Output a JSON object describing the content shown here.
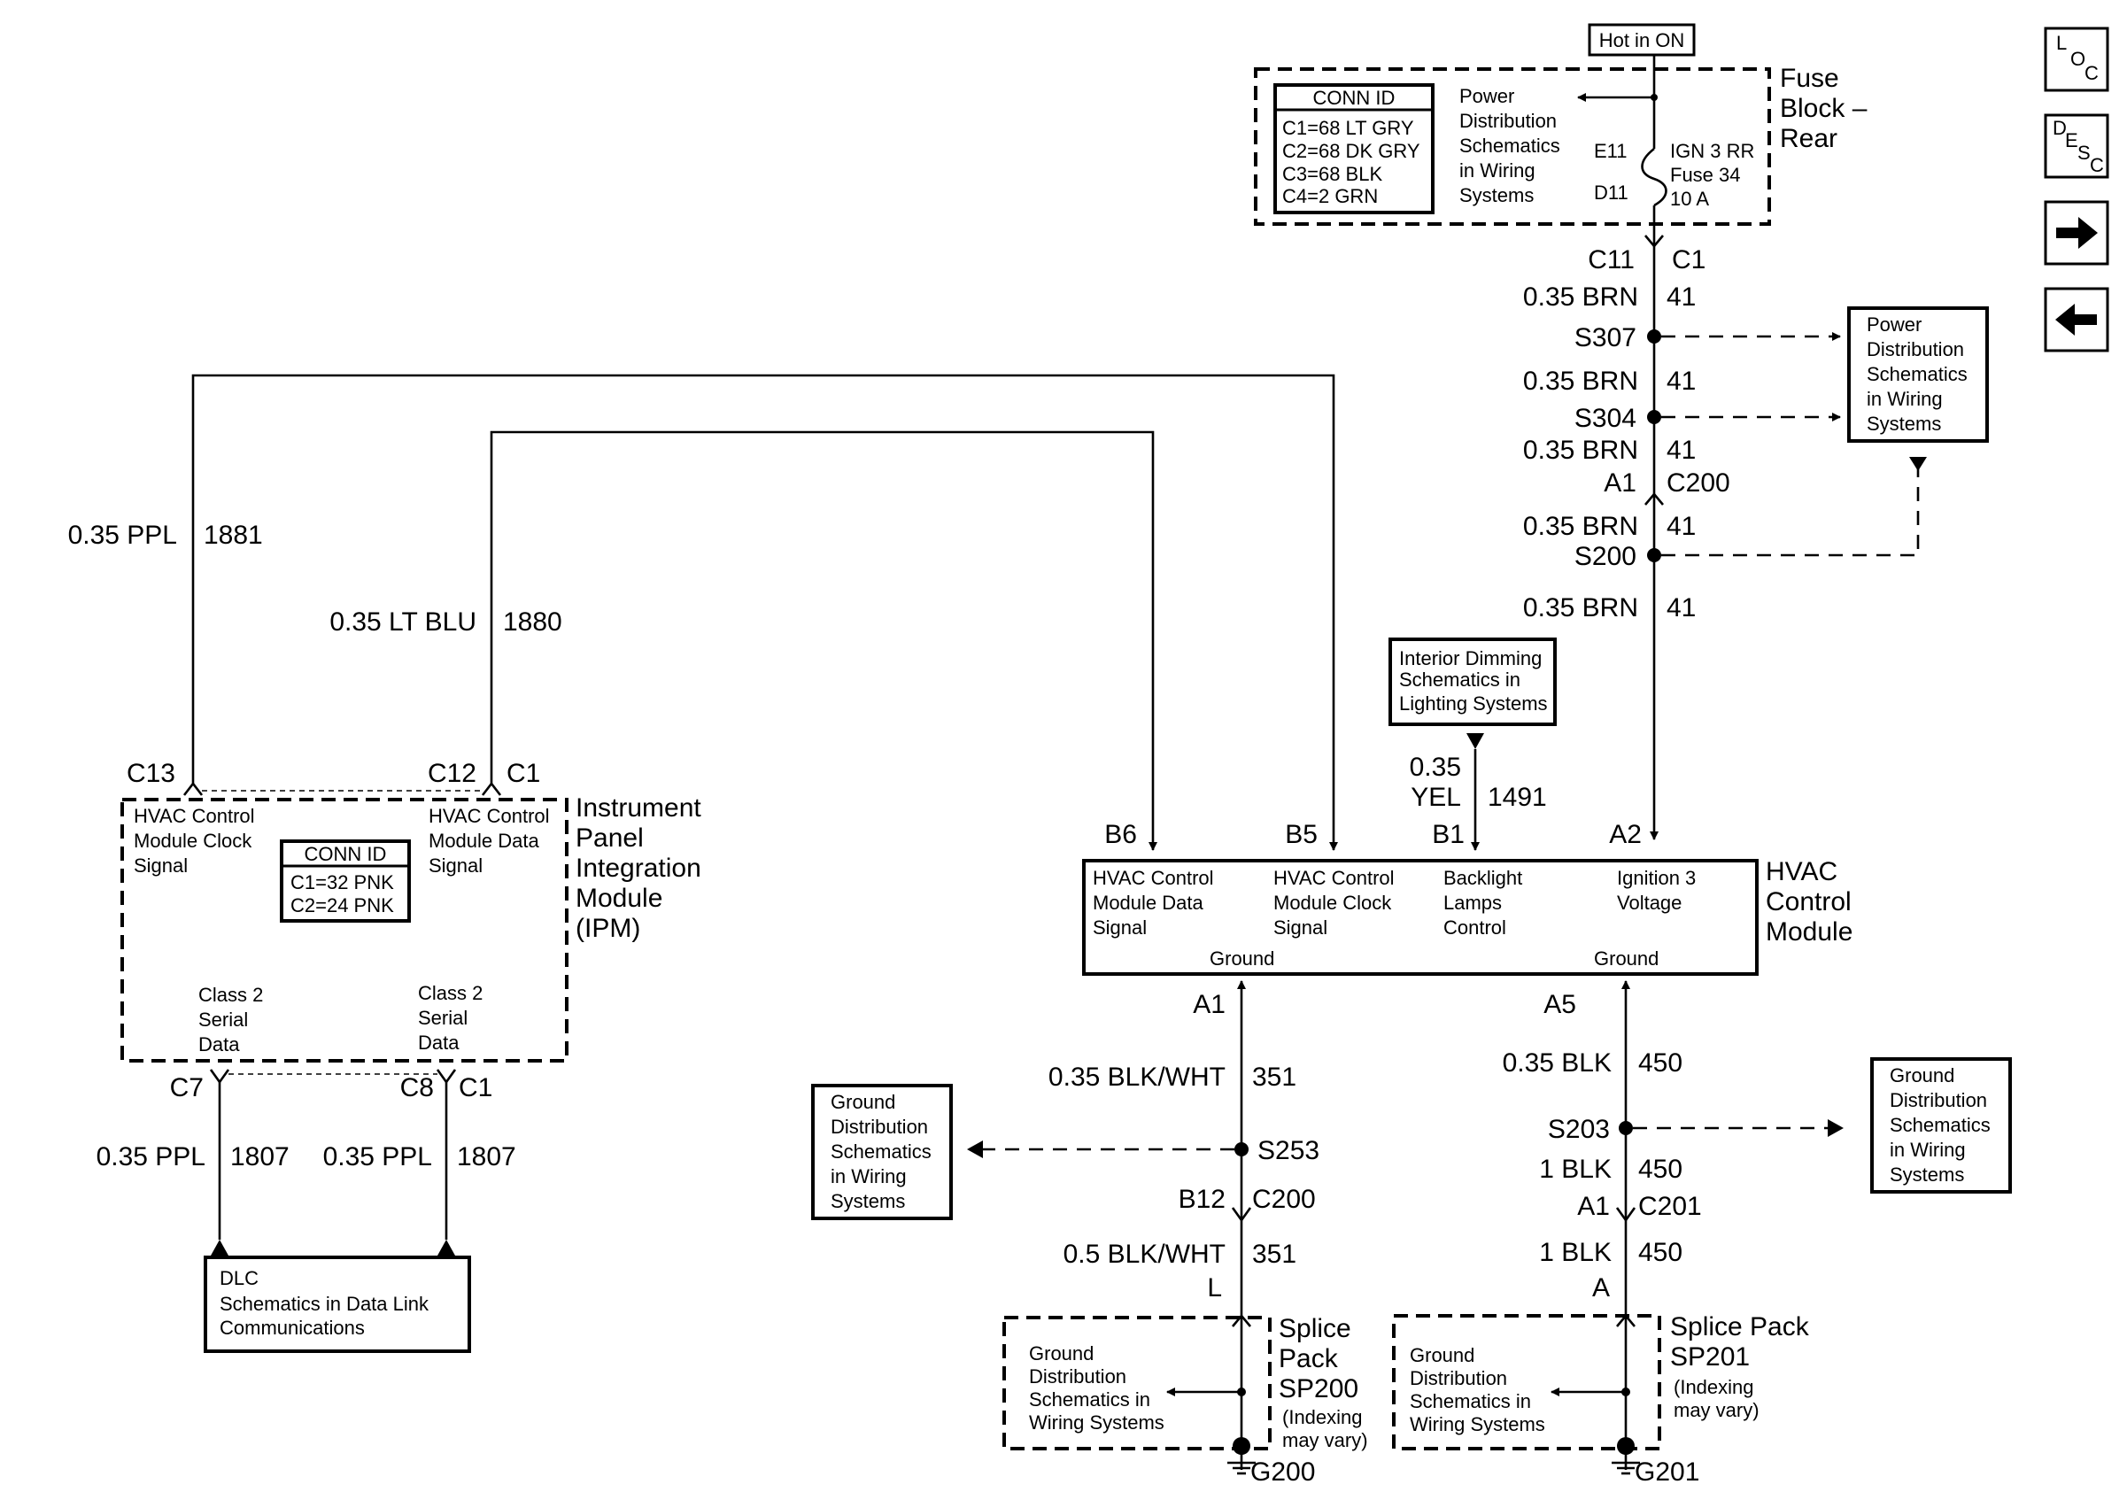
{
  "nav": {
    "loc": {
      "a": "L",
      "b": "O",
      "c": "C"
    },
    "desc": {
      "a": "D",
      "b": "E",
      "c": "S",
      "d": "C"
    }
  },
  "hot": "Hot in ON",
  "fuse": {
    "title1": "Fuse",
    "title2": "Block –",
    "title3": "Rear",
    "conn_hdr": "CONN ID",
    "conn": [
      "C1=68 LT GRY",
      "C2=68 DK GRY",
      "C3=68 BLK",
      "C4=2 GRN"
    ],
    "ref": [
      "Power",
      "Distribution",
      "Schematics",
      "in Wiring",
      "Systems"
    ],
    "e11": "E11",
    "d11": "D11",
    "fuse_lbl": [
      "IGN 3 RR",
      "Fuse 34",
      "10 A"
    ],
    "c11": "C11",
    "c1": "C1"
  },
  "brn": {
    "wire": "0.35 BRN",
    "circ": "41",
    "s307": "S307",
    "s304": "S304",
    "s200": "S200",
    "a1": "A1",
    "c200": "C200"
  },
  "pd_ref": [
    "Power",
    "Distribution",
    "Schematics",
    "in Wiring",
    "Systems"
  ],
  "dim_ref": [
    "Interior Dimming",
    "Schematics in",
    "Lighting Systems"
  ],
  "yel": {
    "wire1": "0.35",
    "wire2": "YEL",
    "circ": "1491"
  },
  "ppl1881": {
    "wire": "0.35 PPL",
    "circ": "1881"
  },
  "blu1880": {
    "wire": "0.35 LT BLU",
    "circ": "1880"
  },
  "ipm": {
    "title": [
      "Instrument",
      "Panel",
      "Integration",
      "Module",
      "(IPM)"
    ],
    "c13": "C13",
    "c12": "C12",
    "c1": "C1",
    "c7": "C7",
    "c8": "C8",
    "c1b": "C1",
    "clock": [
      "HVAC Control",
      "Module Clock",
      "Signal"
    ],
    "data": [
      "HVAC Control",
      "Module Data",
      "Signal"
    ],
    "conn_hdr": "CONN ID",
    "conn": [
      "C1=32 PNK",
      "C2=24 PNK"
    ],
    "serial_left": [
      "Class 2",
      "Serial",
      "Data"
    ],
    "serial_right": [
      "Class 2",
      "Serial",
      "Data"
    ]
  },
  "ppl1807": {
    "wire": "0.35 PPL",
    "circ": "1807"
  },
  "dlc": [
    "DLC",
    "Schematics in Data Link",
    "Communications"
  ],
  "hvac": {
    "title": [
      "HVAC",
      "Control",
      "Module"
    ],
    "b6": "B6",
    "b5": "B5",
    "b1": "B1",
    "a2": "A2",
    "a1": "A1",
    "a5": "A5",
    "data": [
      "HVAC Control",
      "Module Data",
      "Signal"
    ],
    "clock": [
      "HVAC Control",
      "Module Clock",
      "Signal"
    ],
    "backlight": [
      "Backlight",
      "Lamps",
      "Control"
    ],
    "ign": [
      "Ignition 3",
      "Voltage"
    ],
    "ground1": "Ground",
    "ground2": "Ground"
  },
  "g_left": {
    "wire1": "0.35 BLK/WHT",
    "circ": "351",
    "s253": "S253",
    "b12": "B12",
    "c200": "C200",
    "wire2": "0.5 BLK/WHT",
    "l": "L",
    "ref": [
      "Ground",
      "Distribution",
      "Schematics",
      "in Wiring",
      "Systems"
    ],
    "sp_ref": [
      "Ground",
      "Distribution",
      "Schematics in",
      "Wiring Systems"
    ],
    "sp_title": [
      "Splice",
      "Pack",
      "SP200"
    ],
    "sp_note": [
      "(Indexing",
      "may vary)"
    ],
    "ground": "G200"
  },
  "g_right": {
    "wire1": "0.35 BLK",
    "circ": "450",
    "s203": "S203",
    "wire2": "1 BLK",
    "a1": "A1",
    "c201": "C201",
    "a": "A",
    "ref": [
      "Ground",
      "Distribution",
      "Schematics",
      "in Wiring",
      "Systems"
    ],
    "sp_ref": [
      "Ground",
      "Distribution",
      "Schematics in",
      "Wiring Systems"
    ],
    "sp_title": [
      "Splice Pack",
      "SP201"
    ],
    "sp_note": [
      "(Indexing",
      "may vary)"
    ],
    "ground": "G201"
  }
}
